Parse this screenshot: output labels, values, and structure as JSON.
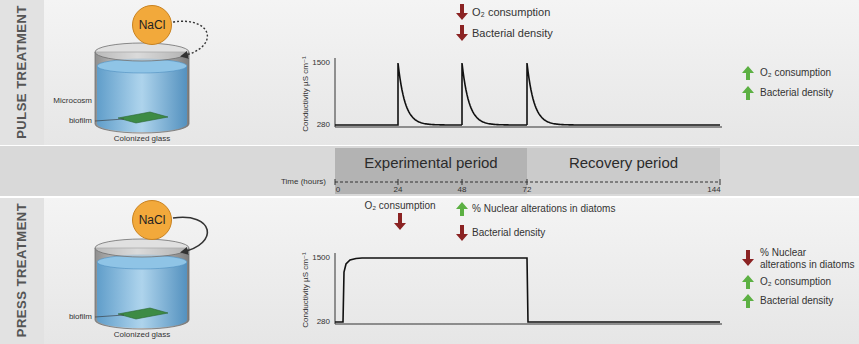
{
  "diagram": {
    "nodes": [
      {
        "text": [
          "PULSE TREATMENT"
        ]
      },
      {
        "text": [
          "NaCl"
        ],
        "in": 0
      },
      {
        "text": [
          "Experimental period"
        ]
      },
      {
        "text": [
          "Recovery period"
        ]
      },
      {
        "text": [
          "PRESS TREATMENT"
        ]
      },
      {
        "text": [
          "NaCl"
        ],
        "in": 4
      }
    ],
    "labels": [
      "Microcosm",
      "biofilm",
      "Colonized glass",
      "O₂ consumption",
      "Bacterial density",
      "1500",
      "Conductivity µS cm⁻¹",
      "280",
      "O₂ consumption",
      "Bacterial density",
      "Time (hours)",
      "0",
      "24",
      "48",
      "72",
      "144",
      "biofilm",
      "Colonized glass",
      "O₂ consumption",
      "% Nuclear alterations in diatoms",
      "Bacterial density",
      "1500",
      "Conductivity µS cm⁻¹",
      "280",
      "% Nuclear alterations in diatoms",
      "O₂ consumption",
      "Bacterial density"
    ]
  }
}
